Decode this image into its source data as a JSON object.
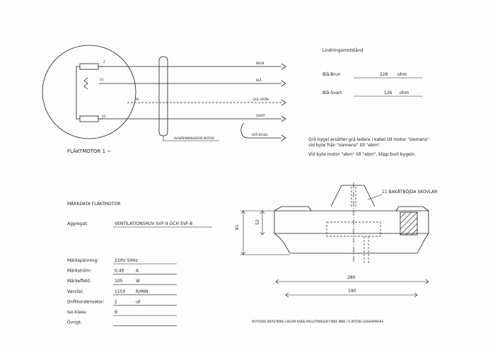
{
  "wiring": {
    "wire_labels": [
      "BRUN",
      "BLÅ",
      "GUL-GRÖN",
      "SVART",
      "GRÅ BYGEL"
    ],
    "terminals": [
      "Z",
      "U1",
      "PE",
      "U2"
    ],
    "shield_label": "AVSKÄRMNINGSROR MOTOR",
    "motor_label": "FLÄKTMOTOR 1 ~"
  },
  "resistance": {
    "title": "Lindningsmotstånd",
    "rows": [
      {
        "label": "Blå-Brun",
        "value": "228",
        "unit": "ohm"
      },
      {
        "label": "Blå-Svart",
        "value": "126",
        "unit": "ohm"
      }
    ]
  },
  "notes": {
    "line1": "Grå bygel ersätter grå ledare i kabel till motor \"siemens\"",
    "line2": "vid byte från \"siemens\" till \"ebm\".",
    "line3": "Vid byte motor \"ebm\" till \"ebm\", klipp bort bygeln."
  },
  "ratings": {
    "title": "MÄRKDATA FLÄKTMOTOR",
    "aggregate_label": "Aggregat:",
    "aggregate_value": "VENTILATIONSHUV SVF-9 OCH SVF-8",
    "rows": [
      {
        "label": "Märkspänning:",
        "value": "220V 50Hz",
        "unit": ""
      },
      {
        "label": "Märkström:",
        "value": "0,49",
        "unit": "A"
      },
      {
        "label": "Märkeffekt:",
        "value": "105",
        "unit": "W"
      },
      {
        "label": "Varvtal:",
        "value": "1150",
        "unit": "R/MIN"
      },
      {
        "label": "Driftkondensator:",
        "value": "2",
        "unit": "uF"
      },
      {
        "label": "Iso-klass:",
        "value": "B",
        "unit": ""
      },
      {
        "label": "Övrigt:",
        "value": "",
        "unit": ""
      }
    ]
  },
  "fan": {
    "blades_label": "11 BAKÅTBÖJDA SKOVLAR",
    "dim_81": "81",
    "dim_52": "52",
    "dim_280": "280",
    "dim_190": "190",
    "mount_note": "MOTORNS INFÄSTNING LIKSOM KABELANSLUTNINGEN FINNS INNE I FLÄKTENS SUGKAMMARE"
  }
}
